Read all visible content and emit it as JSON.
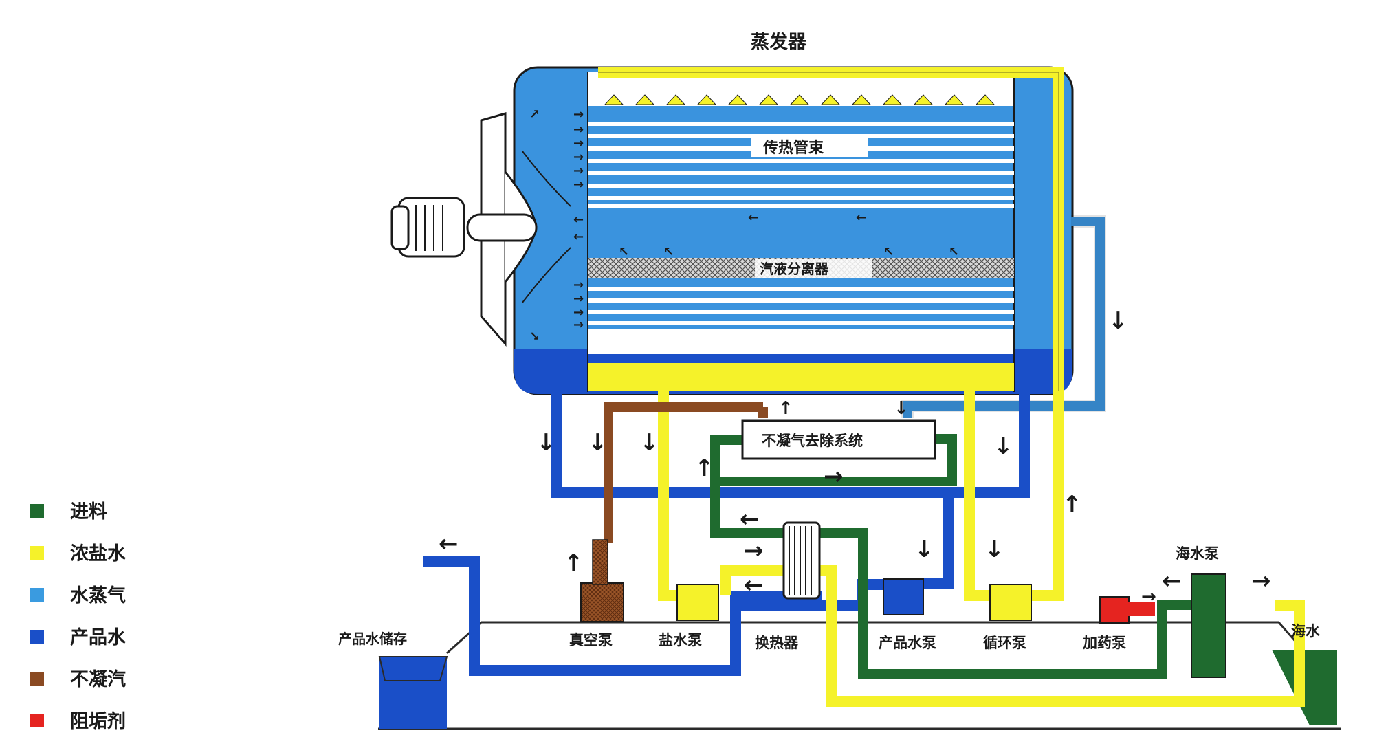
{
  "title": "蒸发器",
  "components": {
    "tube_bundle": "传热管束",
    "separator": "汽液分离器",
    "ncg_removal": "不凝气去除系统",
    "product_storage": "产品水储存",
    "vacuum_pump": "真空泵",
    "brine_pump": "盐水泵",
    "heat_exchanger": "换热器",
    "product_pump": "产品水泵",
    "circulation_pump": "循环泵",
    "dosing_pump": "加药泵",
    "seawater_pump": "海水泵",
    "seawater": "海水"
  },
  "legend": [
    {
      "label": "进料",
      "color": "#1f6b2f"
    },
    {
      "label": "浓盐水",
      "color": "#f5f22a"
    },
    {
      "label": "水蒸气",
      "color": "#3a9be0"
    },
    {
      "label": "产品水",
      "color": "#1a4fc8"
    },
    {
      "label": "不凝汽",
      "color": "#8a4a22"
    },
    {
      "label": "阻垢剂",
      "color": "#e52420"
    }
  ],
  "colors": {
    "vessel": "#3a93de",
    "product_water": "#1a4fc8",
    "brine": "#f5f22a",
    "feed": "#1f6b2f",
    "non_condensable": "#8a4a22",
    "antiscalant": "#e52420"
  }
}
